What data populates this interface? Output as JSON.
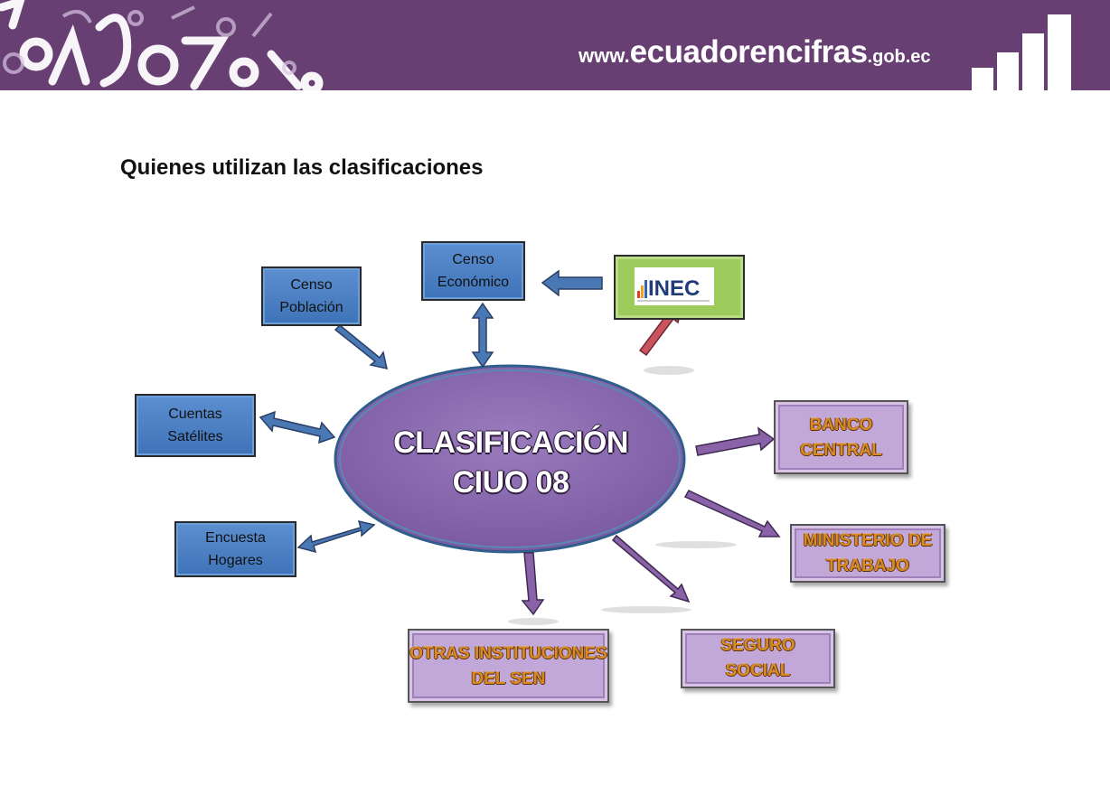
{
  "banner": {
    "site_prefix": "www.",
    "site_main": "ecuadorencifras",
    "site_suffix": ".gob.ec"
  },
  "page_title": "Quienes utilizan las clasificaciones",
  "center": {
    "line1": "CLASIFICACIÓN",
    "line2": "CIUO 08"
  },
  "nodes": {
    "censo_economico": [
      "Censo",
      "Económico"
    ],
    "censo_poblacion": [
      "Censo",
      "Población"
    ],
    "cuentas_satelites": [
      "Cuentas",
      "Satélites"
    ],
    "encuesta_hogares": [
      "Encuesta",
      "Hogares"
    ],
    "banco_central": [
      "BANCO",
      "CENTRAL"
    ],
    "ministerio_trabajo": [
      "MINISTERIO DE",
      "TRABAJO"
    ],
    "seguro_social": [
      "SEGURO",
      "SOCIAL"
    ],
    "otras_instituciones": [
      "OTRAS  INSTITUCIONES",
      "DEL SEN"
    ]
  },
  "inec_logo": {
    "text": "INEC"
  },
  "colors": {
    "banner": "#673f73",
    "blue_box": "#4f84c6",
    "lavender_box": "#c2a8d8",
    "ellipse": "#8a6aad",
    "inec_box": "#9ccb5c",
    "arrow_blue": "#4a78b4",
    "arrow_purple": "#8a62a8",
    "arrow_red": "#c9545f"
  }
}
